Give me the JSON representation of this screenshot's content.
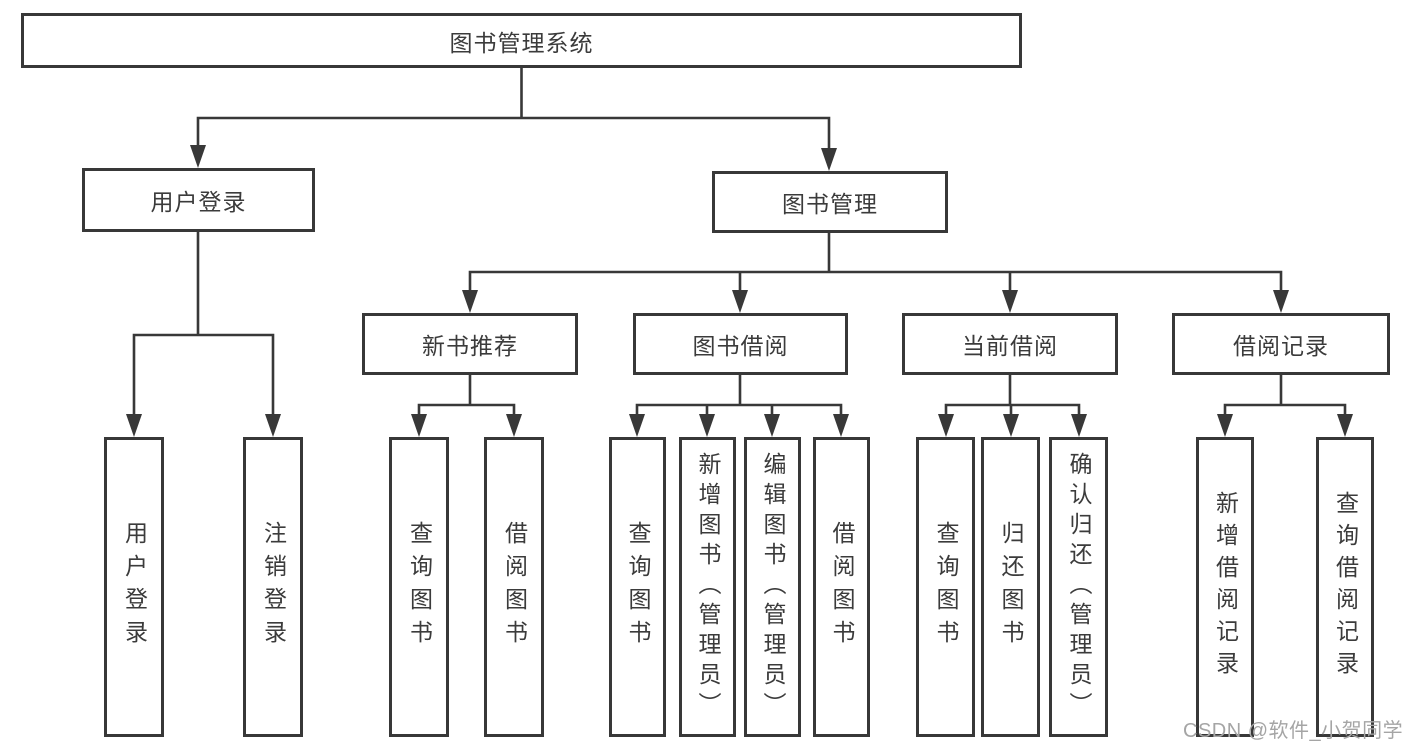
{
  "diagram": {
    "root": {
      "label": "图书管理系统"
    },
    "level2": [
      {
        "label": "用户登录"
      },
      {
        "label": "图书管理"
      }
    ],
    "level3": [
      {
        "label": "新书推荐"
      },
      {
        "label": "图书借阅"
      },
      {
        "label": "当前借阅"
      },
      {
        "label": "借阅记录"
      }
    ],
    "leaves": [
      {
        "label": "用户登录"
      },
      {
        "label": "注销登录"
      },
      {
        "label": "查询图书"
      },
      {
        "label": "借阅图书"
      },
      {
        "label": "查询图书"
      },
      {
        "label": "新增图书（管理员）"
      },
      {
        "label": "编辑图书（管理员）"
      },
      {
        "label": "借阅图书"
      },
      {
        "label": "查询图书"
      },
      {
        "label": "归还图书"
      },
      {
        "label": "确认归还（管理员）"
      },
      {
        "label": "新增借阅记录"
      },
      {
        "label": "查询借阅记录"
      }
    ],
    "colors": {
      "line": "#383838",
      "text": "#3b3b3b",
      "background": "#ffffff",
      "watermark": "#a5a5a5"
    }
  },
  "watermark": {
    "text": "CSDN @软件_小贺同学"
  }
}
